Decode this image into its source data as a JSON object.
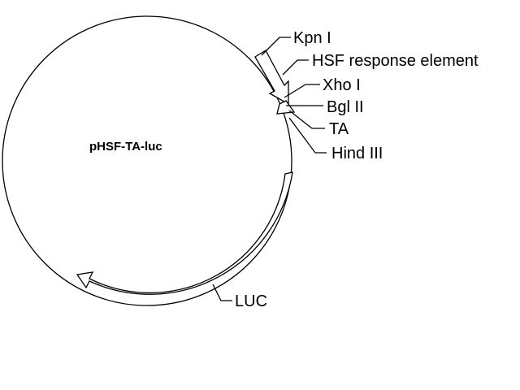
{
  "plasmid": {
    "name": "pHSF-TA-luc"
  },
  "sites": [
    {
      "id": "kpn",
      "label": "Kpn I"
    },
    {
      "id": "hsf",
      "label": "HSF response element"
    },
    {
      "id": "xho",
      "label": "Xho I"
    },
    {
      "id": "bgl",
      "label": "Bgl II"
    },
    {
      "id": "ta",
      "label": "TA"
    },
    {
      "id": "hind",
      "label": "Hind III"
    },
    {
      "id": "luc",
      "label": "LUC"
    }
  ]
}
